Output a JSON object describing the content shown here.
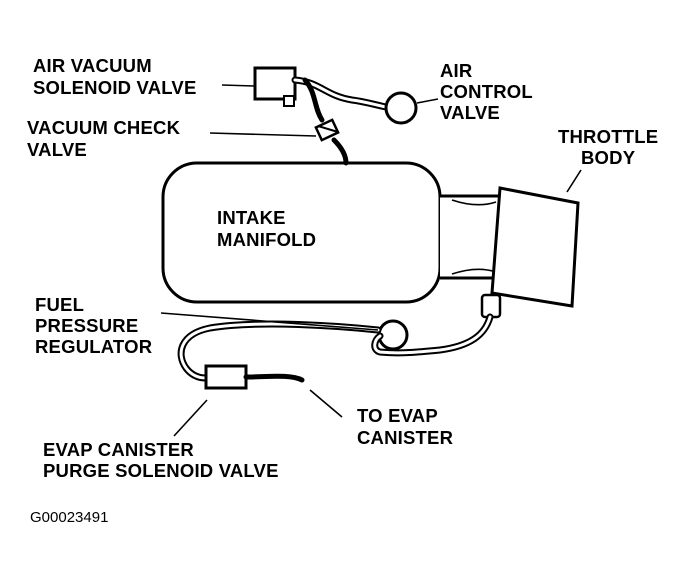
{
  "labels": {
    "air_vacuum_1": "AIR VACUUM",
    "air_vacuum_2": "SOLENOID VALVE",
    "air_control_1": "AIR",
    "air_control_2": "CONTROL",
    "air_control_3": "VALVE",
    "vacuum_check_1": "VACUUM CHECK",
    "vacuum_check_2": "VALVE",
    "throttle_1": "THROTTLE",
    "throttle_2": "BODY",
    "intake_1": "INTAKE",
    "intake_2": "MANIFOLD",
    "fuel_1": "FUEL",
    "fuel_2": "PRESSURE",
    "fuel_3": "REGULATOR",
    "to_evap_1": "TO  EVAP",
    "to_evap_2": "CANISTER",
    "evap_purge_1": "EVAP CANISTER",
    "evap_purge_2": "PURGE SOLENOID VALVE"
  },
  "figure_code": "G00023491"
}
